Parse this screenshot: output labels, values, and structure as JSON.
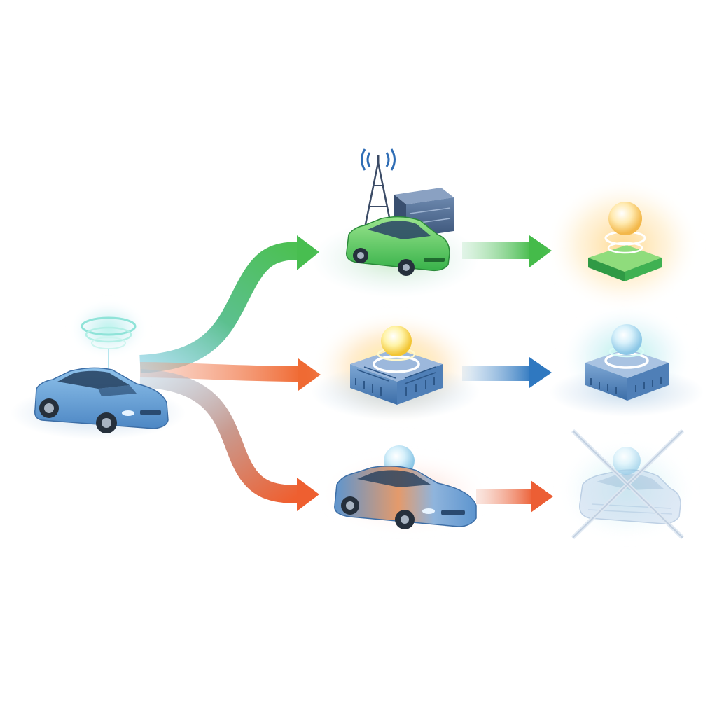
{
  "diagram": {
    "source": {
      "icon": "vehicle-with-signal-rings-icon",
      "color": "#5b8fc9"
    },
    "branches": [
      {
        "id": "top",
        "color_start": "#5bc0c8",
        "color_end": "#4fc36a",
        "stage1_icon": "green-car-with-cell-tower-and-server-icon",
        "stage2_icon": "green-chip-with-glowing-orb-icon",
        "stage2_glow": "#f5b233"
      },
      {
        "id": "middle",
        "color_start": "#f06a3c",
        "color_end": "#f07a3a",
        "stage1_icon": "processor-chip-with-yellow-orb-icon",
        "stage1_glow": "#f5c73a",
        "stage2_icon": "processor-chip-with-cyan-orb-icon",
        "stage2_glow": "#55d8d0",
        "connector_color": "#3f86c8"
      },
      {
        "id": "bottom",
        "color_start": "#8aa7c0",
        "color_end": "#ef6535",
        "stage1_icon": "car-with-orb-and-orange-highlight-icon",
        "stage2_icon": "crossed-out-faded-car-icon",
        "connector_color": "#ef6a40"
      }
    ]
  }
}
